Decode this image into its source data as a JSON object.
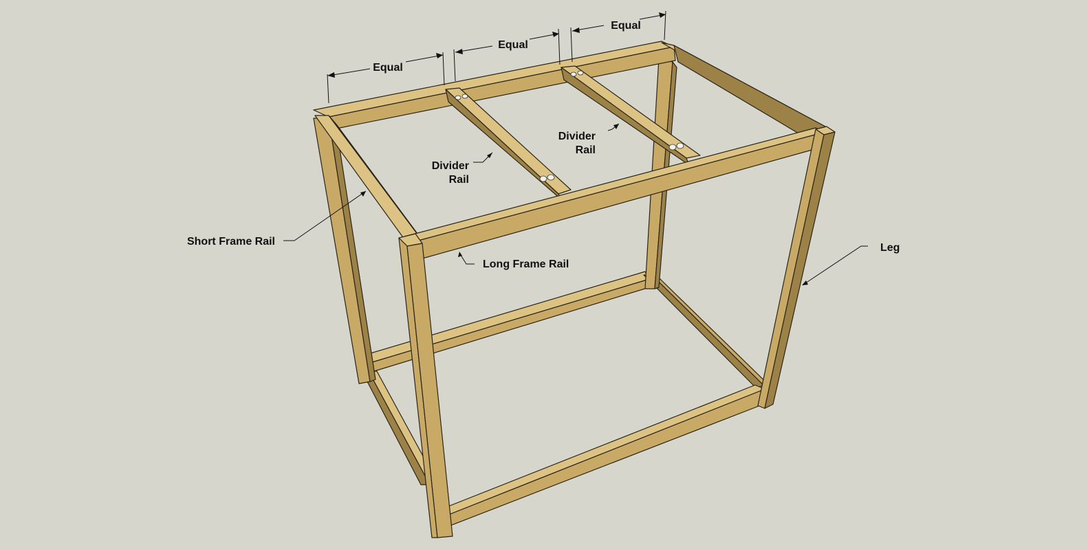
{
  "colors": {
    "background": "#d6d6cc",
    "wood_top": "#dcc384",
    "wood_front": "#c8a966",
    "wood_side": "#9c8246",
    "edge": "#2a2418"
  },
  "labels": {
    "equal_1": "Equal",
    "equal_2": "Equal",
    "equal_3": "Equal",
    "divider_left_1": "Divider",
    "divider_left_2": "Rail",
    "divider_right_1": "Divider",
    "divider_right_2": "Rail",
    "short_frame_rail": "Short Frame Rail",
    "long_frame_rail": "Long Frame Rail",
    "leg": "Leg"
  }
}
